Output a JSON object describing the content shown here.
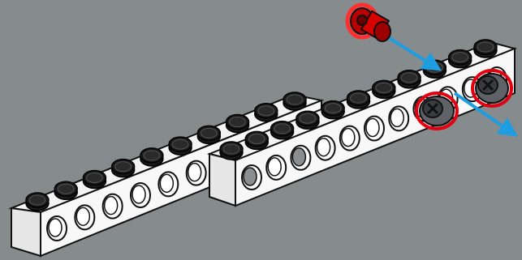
{
  "scene": {
    "background": "#868b8d",
    "subject": "assembly-instruction-step",
    "colors": {
      "beam": "#f4f4f4",
      "stud": "#1a1a1a",
      "outline": "#111111",
      "new_part": "#d90000",
      "highlight": "#e5000f",
      "arrow": "#1e9de0"
    },
    "parts": [
      {
        "name": "long-beam",
        "type": "technic-beam",
        "studs": 10
      },
      {
        "name": "short-beam",
        "type": "technic-beam",
        "studs": 11
      },
      {
        "name": "red-pin",
        "type": "technic-pin",
        "color": "red",
        "state": "being-inserted"
      },
      {
        "name": "gray-pins",
        "type": "technic-friction-pin",
        "count": 2,
        "state": "highlighted"
      }
    ],
    "icons": [
      "insert-arrow-icon",
      "push-arrow-icon"
    ]
  }
}
